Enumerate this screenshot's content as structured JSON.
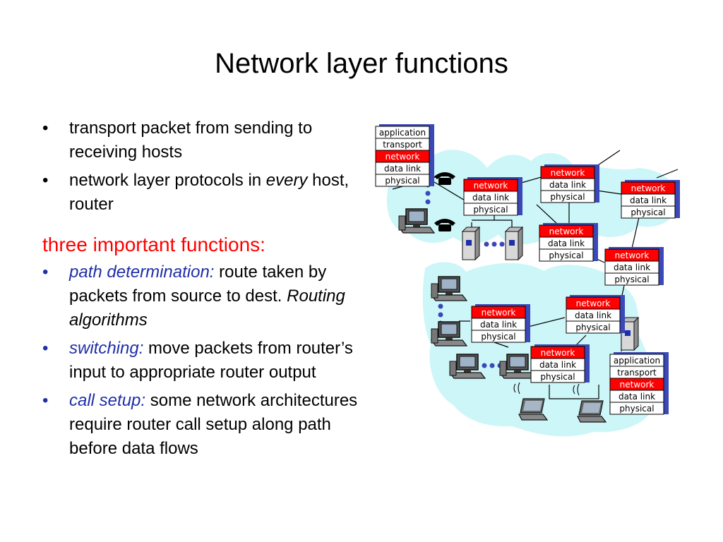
{
  "title": "Network layer functions",
  "bullets_top": [
    {
      "text": "transport packet from sending to receiving hosts"
    },
    {
      "pre": "network layer protocols in ",
      "em": "every",
      "post": " host, router"
    }
  ],
  "subheading": "three important functions:",
  "bullets_functions": [
    {
      "label": "path determination:",
      "text": " route taken by packets from source to dest. ",
      "italic": "Routing algorithms"
    },
    {
      "label": "switching:",
      "text": " move packets from router’s input to appropriate router output",
      "italic": ""
    },
    {
      "label": "call setup:",
      "text": " some network architectures require router call setup along path before data flows",
      "italic": ""
    }
  ],
  "layers": {
    "application": "application",
    "transport": "transport",
    "network": "network",
    "datalink": "data link",
    "physical": "physical"
  },
  "colors": {
    "network_fill": "#ff0000",
    "cloud_fill": "#cdf6f8",
    "function_label": "#1f2fa8",
    "subheading": "#ff0000"
  }
}
